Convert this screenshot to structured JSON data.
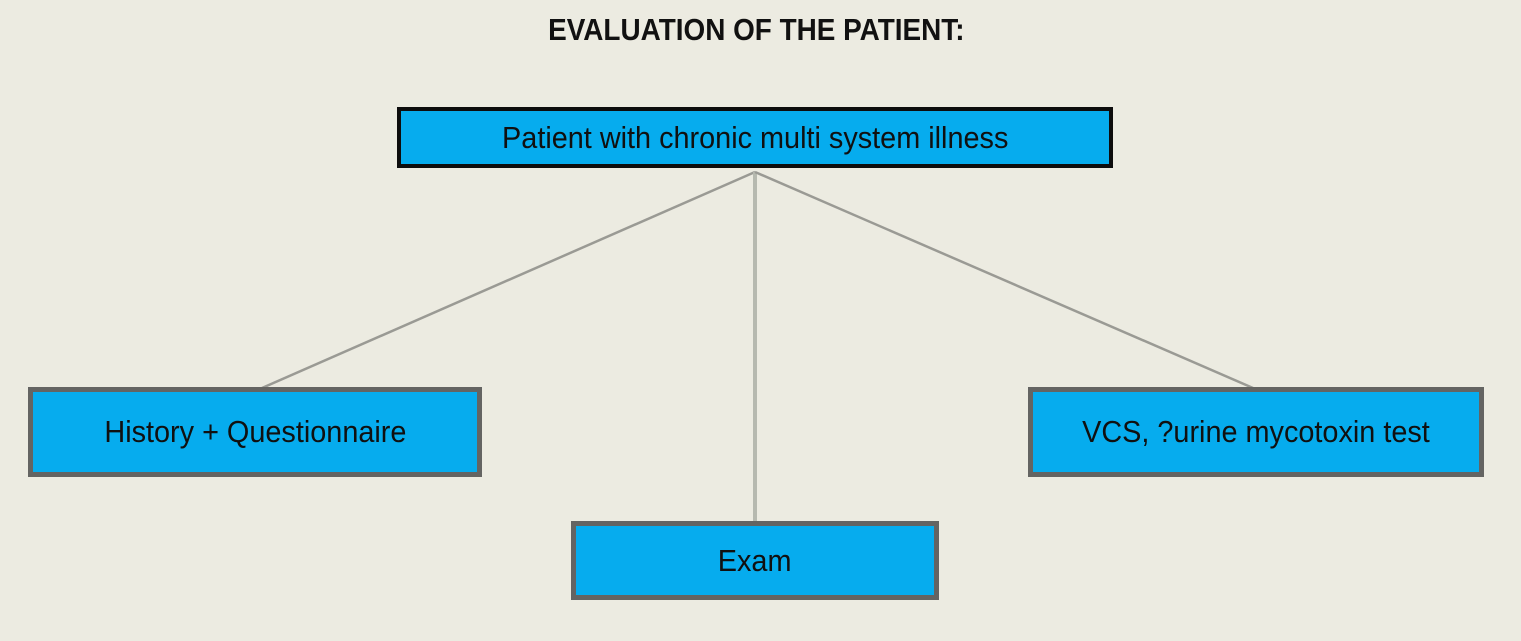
{
  "title": "EVALUATION OF THE PATIENT:",
  "colors": {
    "background": "#ECEBE1",
    "box_fill": "#06ACEE",
    "root_box_border": "#0D0D0D",
    "child_box_border": "#646462",
    "diagonal_connector": "#9A9A94",
    "vertical_connector": "#B6B9AF",
    "text": "#101010"
  },
  "chart_data": {
    "type": "table",
    "title": "EVALUATION OF THE PATIENT:",
    "root": "Patient with chronic multi system illness",
    "children": [
      "History + Questionnaire",
      "Exam",
      "VCS, ?urine mycotoxin test"
    ]
  },
  "nodes": {
    "root": {
      "label": "Patient with chronic multi system illness"
    },
    "left": {
      "label": "History + Questionnaire"
    },
    "center": {
      "label": "Exam"
    },
    "right": {
      "label": "VCS, ?urine mycotoxin test"
    }
  }
}
